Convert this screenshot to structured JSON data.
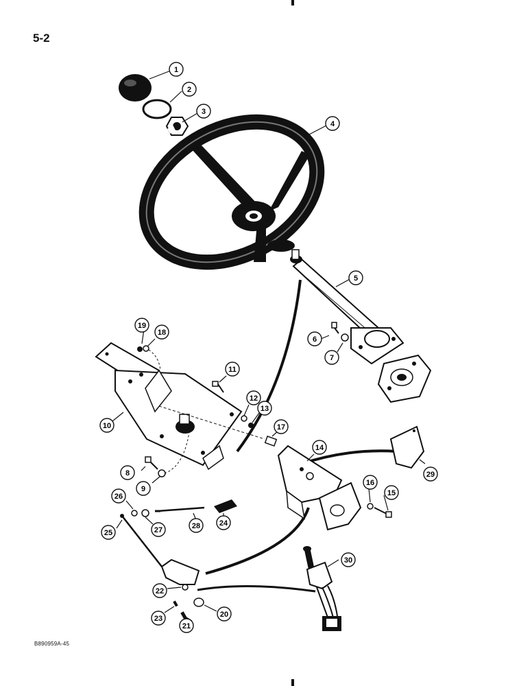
{
  "page_number": "5-2",
  "figure_code": "B890959A-45",
  "callouts": [
    "1",
    "2",
    "3",
    "4",
    "5",
    "6",
    "7",
    "8",
    "9",
    "10",
    "11",
    "12",
    "13",
    "14",
    "15",
    "16",
    "17",
    "18",
    "19",
    "20",
    "21",
    "22",
    "23",
    "24",
    "25",
    "26",
    "27",
    "28",
    "29",
    "30"
  ],
  "colors": {
    "ink": "#111111",
    "paper": "#ffffff",
    "shade": "#6b6b6b"
  }
}
